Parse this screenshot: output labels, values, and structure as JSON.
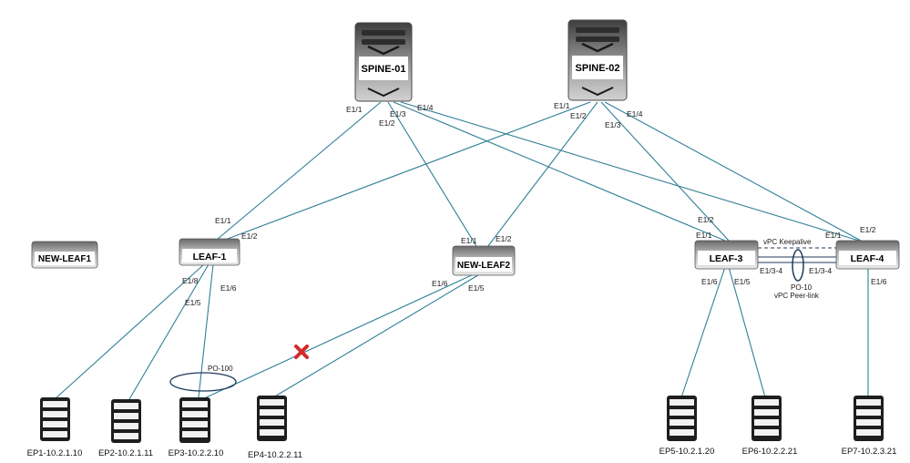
{
  "spines": [
    {
      "id": "spine1",
      "name": "SPINE-01"
    },
    {
      "id": "spine2",
      "name": "SPINE-02"
    }
  ],
  "leaves": [
    {
      "id": "newleaf1",
      "name": "NEW-LEAF1"
    },
    {
      "id": "leaf1",
      "name": "LEAF-1"
    },
    {
      "id": "newleaf2",
      "name": "NEW-LEAF2"
    },
    {
      "id": "leaf3",
      "name": "LEAF-3"
    },
    {
      "id": "leaf4",
      "name": "LEAF-4"
    }
  ],
  "endpoints": [
    {
      "id": "ep1",
      "label": "EP1-10.2.1.10"
    },
    {
      "id": "ep2",
      "label": "EP2-10.2.1.11"
    },
    {
      "id": "ep3",
      "label": "EP3-10.2.2.10"
    },
    {
      "id": "ep4",
      "label": "EP4-10.2.2.11"
    },
    {
      "id": "ep5",
      "label": "EP5-10.2.1.20"
    },
    {
      "id": "ep6",
      "label": "EP6-10.2.2.21"
    },
    {
      "id": "ep7",
      "label": "EP7-10.2.3.21"
    }
  ],
  "links": [
    {
      "from": "spine1",
      "to": "leaf1",
      "from_port": "E1/1",
      "to_port": "E1/1"
    },
    {
      "from": "spine1",
      "to": "newleaf2",
      "from_port": "E1/2",
      "to_port": "E1/1"
    },
    {
      "from": "spine1",
      "to": "leaf3",
      "from_port": "E1/3",
      "to_port": "E1/2"
    },
    {
      "from": "spine1",
      "to": "leaf4",
      "from_port": "E1/4",
      "to_port": "E1/2"
    },
    {
      "from": "spine2",
      "to": "leaf1",
      "from_port": "E1/1",
      "to_port": "E1/2"
    },
    {
      "from": "spine2",
      "to": "newleaf2",
      "from_port": "E1/2",
      "to_port": "E1/2"
    },
    {
      "from": "spine2",
      "to": "leaf3",
      "from_port": "E1/3",
      "to_port": "E1/1"
    },
    {
      "from": "spine2",
      "to": "leaf4",
      "from_port": "E1/4",
      "to_port": "E1/1"
    },
    {
      "from": "leaf1",
      "to": "ep1",
      "from_port": "E1/8"
    },
    {
      "from": "leaf1",
      "to": "ep2",
      "from_port": "E1/5"
    },
    {
      "from": "leaf1",
      "to": "ep3",
      "from_port": "E1/6"
    },
    {
      "from": "newleaf2",
      "to": "ep3",
      "from_port": "E1/6",
      "failed": true
    },
    {
      "from": "newleaf2",
      "to": "ep4",
      "from_port": "E1/5"
    },
    {
      "from": "leaf3",
      "to": "ep5",
      "from_port": "E1/6"
    },
    {
      "from": "leaf3",
      "to": "ep6",
      "from_port": "E1/5"
    },
    {
      "from": "leaf4",
      "to": "ep7",
      "from_port": "E1/6"
    }
  ],
  "vpc": {
    "keepalive_label": "vPC Keepalive",
    "peer_port_label": "PO-10",
    "peer_link_label": "vPC Peer-link",
    "leaf3_port": "E1/3-4",
    "leaf4_port": "E1/3-4"
  },
  "port_channel_label": "PO-100",
  "colors": {
    "link": "#2f7f97",
    "failure_mark": "#d22a2a",
    "vpc_link": "#1f3a5a"
  }
}
